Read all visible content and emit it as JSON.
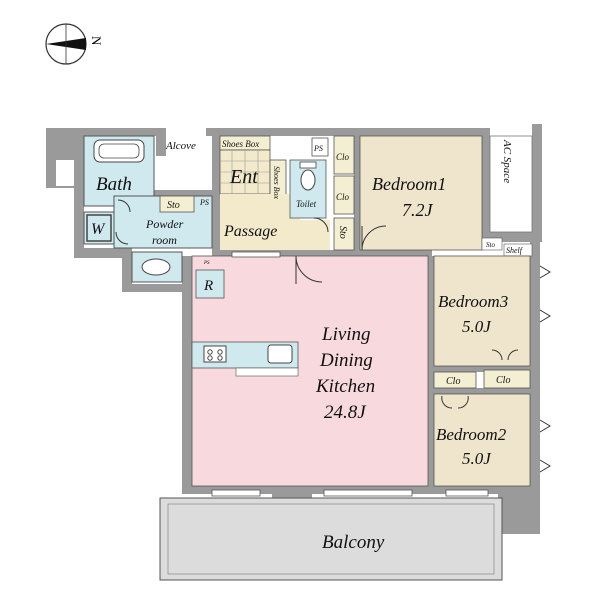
{
  "compass": {
    "label": "N"
  },
  "rooms": {
    "bath": "Bath",
    "alcove": "Alcove",
    "shoes_box_top": "Shoes Box",
    "shoes_box_side": "Shoes Box",
    "entrance": "Ent",
    "ps_top": "PS",
    "ps_left": "PS",
    "ps_small": "PS",
    "clo_1": "Clo",
    "clo_2": "Clo",
    "clo_3": "Clo",
    "clo_4": "Clo",
    "bedroom1": "Bedroom1",
    "bedroom1_size": "7.2J",
    "ac_space": "AC Space",
    "sto_1": "Sto",
    "sto_2": "Sto",
    "sto_3": "Sto",
    "toilet": "Toilet",
    "washer": "W",
    "powder_room_1": "Powder",
    "powder_room_2": "room",
    "passage": "Passage",
    "shelf": "Shelf",
    "refrigerator": "R",
    "bedroom3": "Bedroom3",
    "bedroom3_size": "5.0J",
    "ldk_1": "Living",
    "ldk_2": "Dining",
    "ldk_3": "Kitchen",
    "ldk_size": "24.8J",
    "bedroom2": "Bedroom2",
    "bedroom2_size": "5.0J",
    "balcony": "Balcony"
  },
  "colors": {
    "wall": "#9a9a9a",
    "ldk": "#f7d9de",
    "bedroom": "#efe5cc",
    "wet_area": "#cfe9ee",
    "entrance": "#f2eacb",
    "balcony": "#dcdcdc",
    "closet": "#f4eed2"
  }
}
